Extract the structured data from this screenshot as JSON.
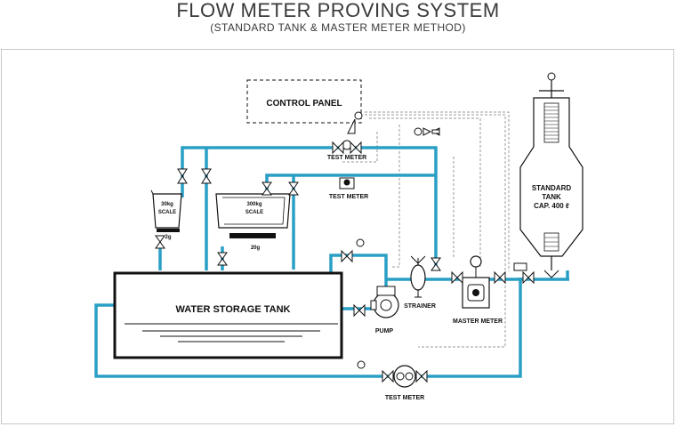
{
  "header": {
    "title": "FLOW METER PROVING SYSTEM",
    "subtitle": "(STANDARD TANK & MASTER METER METHOD)"
  },
  "labels": {
    "control_panel": "CONTROL PANEL",
    "test_meter_top": "TEST METER",
    "test_meter_mid": "TEST METER",
    "test_meter_bottom": "TEST METER",
    "scale_small_cap": "30kg",
    "scale_small_word": "SCALE",
    "scale_small_res": "2g",
    "scale_large_cap": "300kg",
    "scale_large_word": "SCALE",
    "scale_large_res": "20g",
    "water_tank": "WATER STORAGE TANK",
    "pump": "PUMP",
    "strainer": "STRAINER",
    "master_meter": "MASTER METER",
    "standard_tank_line1": "STANDARD",
    "standard_tank_line2": "TANK",
    "standard_tank_line3": "CAP. 400 ℓ"
  },
  "colors": {
    "pipe": "#2a9fc6",
    "outline": "#111111",
    "signal": "#9a9a9a"
  }
}
